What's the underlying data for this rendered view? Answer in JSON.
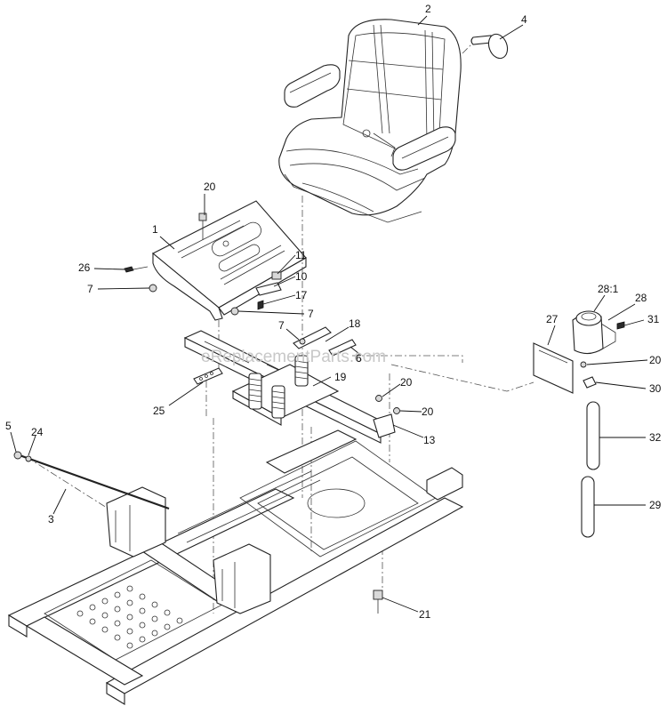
{
  "watermark": "eReplacementParts.com",
  "callouts": [
    {
      "id": "c2",
      "text": "2"
    },
    {
      "id": "c4",
      "text": "4"
    },
    {
      "id": "c20a",
      "text": "20"
    },
    {
      "id": "c1",
      "text": "1"
    },
    {
      "id": "c26",
      "text": "26"
    },
    {
      "id": "c7a",
      "text": "7"
    },
    {
      "id": "c11",
      "text": "11"
    },
    {
      "id": "c10",
      "text": "10"
    },
    {
      "id": "c17",
      "text": "17"
    },
    {
      "id": "c7b",
      "text": "7"
    },
    {
      "id": "c7c",
      "text": "7"
    },
    {
      "id": "c18",
      "text": "18"
    },
    {
      "id": "c6",
      "text": "6"
    },
    {
      "id": "c19",
      "text": "19"
    },
    {
      "id": "c25",
      "text": "25"
    },
    {
      "id": "c20b",
      "text": "20"
    },
    {
      "id": "c20c",
      "text": "20"
    },
    {
      "id": "c13",
      "text": "13"
    },
    {
      "id": "c5",
      "text": "5"
    },
    {
      "id": "c24",
      "text": "24"
    },
    {
      "id": "c3",
      "text": "3"
    },
    {
      "id": "c21",
      "text": "21"
    },
    {
      "id": "c28_1",
      "text": "28:1"
    },
    {
      "id": "c28",
      "text": "28"
    },
    {
      "id": "c27",
      "text": "27"
    },
    {
      "id": "c31",
      "text": "31"
    },
    {
      "id": "c20d",
      "text": "20"
    },
    {
      "id": "c30",
      "text": "30"
    },
    {
      "id": "c32",
      "text": "32"
    },
    {
      "id": "c29",
      "text": "29"
    }
  ]
}
